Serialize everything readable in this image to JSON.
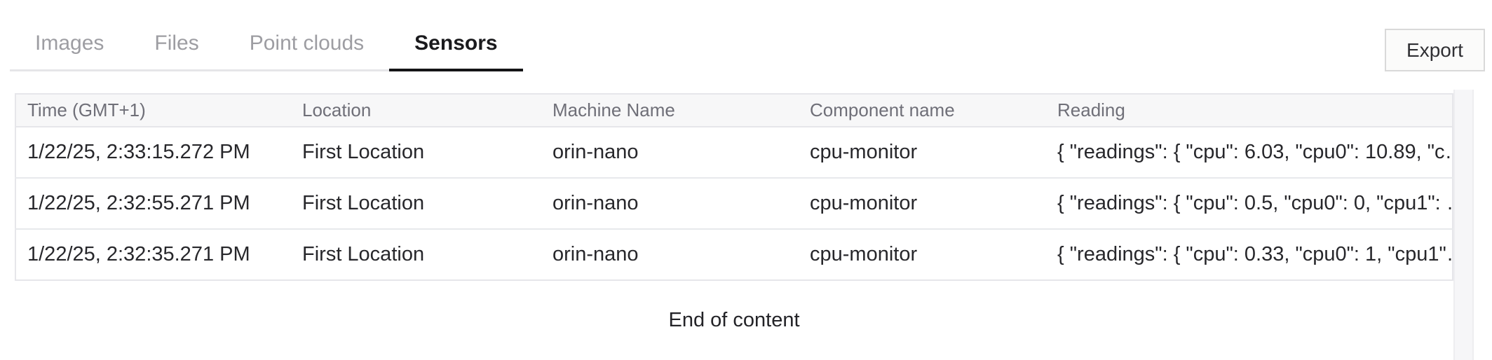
{
  "tabs": {
    "items": [
      {
        "label": "Images",
        "active": false
      },
      {
        "label": "Files",
        "active": false
      },
      {
        "label": "Point clouds",
        "active": false
      },
      {
        "label": "Sensors",
        "active": true
      }
    ]
  },
  "toolbar": {
    "export_label": "Export"
  },
  "table": {
    "columns": [
      "Time (GMT+1)",
      "Location",
      "Machine Name",
      "Component name",
      "Reading"
    ],
    "rows": [
      {
        "time": "1/22/25, 2:33:15.272 PM",
        "location": "First Location",
        "machine": "orin-nano",
        "component": "cpu-monitor",
        "reading": "{ \"readings\": { \"cpu\": 6.03, \"cpu0\": 10.89, \"c…"
      },
      {
        "time": "1/22/25, 2:32:55.271 PM",
        "location": "First Location",
        "machine": "orin-nano",
        "component": "cpu-monitor",
        "reading": "{ \"readings\": { \"cpu\": 0.5, \"cpu0\": 0, \"cpu1\": …"
      },
      {
        "time": "1/22/25, 2:32:35.271 PM",
        "location": "First Location",
        "machine": "orin-nano",
        "component": "cpu-monitor",
        "reading": "{ \"readings\": { \"cpu\": 0.33, \"cpu0\": 1, \"cpu1\"…"
      }
    ],
    "footer": "End of content"
  },
  "colors": {
    "active_tab_underline": "#141416",
    "header_background": "#f7f7f8",
    "header_text": "#6f6f78",
    "table_border": "#e6e6ea",
    "inactive_tab_text": "#9d9da2"
  }
}
